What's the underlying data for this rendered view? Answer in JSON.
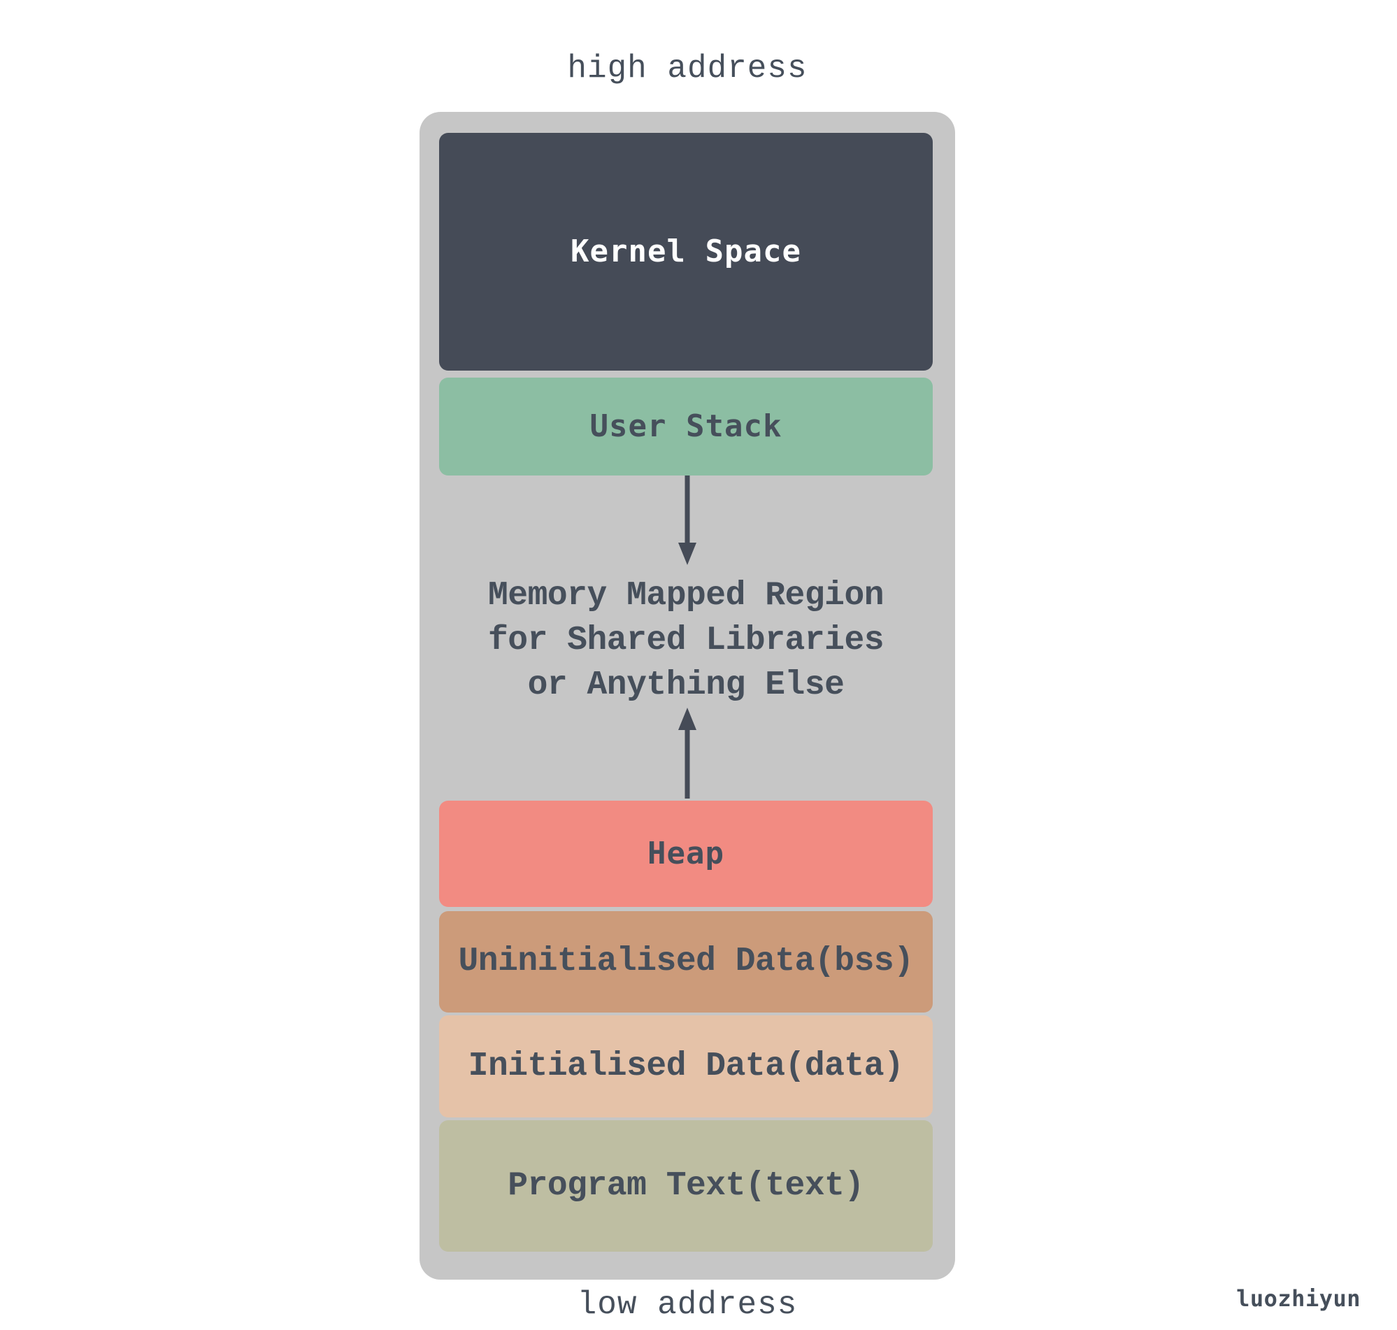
{
  "diagram": {
    "title_top": "high address",
    "title_bottom": "low address",
    "watermark": "luozhiyun",
    "colors": {
      "container": "#c6c6c6",
      "kernel": "#454b57",
      "stack": "#8cbea3",
      "heap": "#f28b82",
      "bss": "#cc9b7a",
      "data": "#e5c2a8",
      "text": "#bebea2",
      "ink": "#464f5b",
      "on_dark": "#ffffff",
      "page": "#ffffff"
    },
    "segments": [
      {
        "id": "kernel",
        "label": "Kernel Space",
        "color": "#454b57"
      },
      {
        "id": "stack",
        "label": "User Stack",
        "color": "#8cbea3"
      },
      {
        "id": "heap",
        "label": "Heap",
        "color": "#f28b82"
      },
      {
        "id": "bss",
        "label": "Uninitialised Data(bss)",
        "color": "#cc9b7a"
      },
      {
        "id": "data",
        "label": "Initialised Data(data)",
        "color": "#e5c2a8"
      },
      {
        "id": "text",
        "label": "Program Text(text)",
        "color": "#bebea2"
      }
    ],
    "mapped_region": {
      "line1": "Memory Mapped Region",
      "line2": "for Shared Libraries",
      "line3": "or Anything Else"
    },
    "arrows": [
      {
        "id": "stack-grows-down",
        "direction": "down"
      },
      {
        "id": "heap-grows-up",
        "direction": "up"
      }
    ]
  }
}
